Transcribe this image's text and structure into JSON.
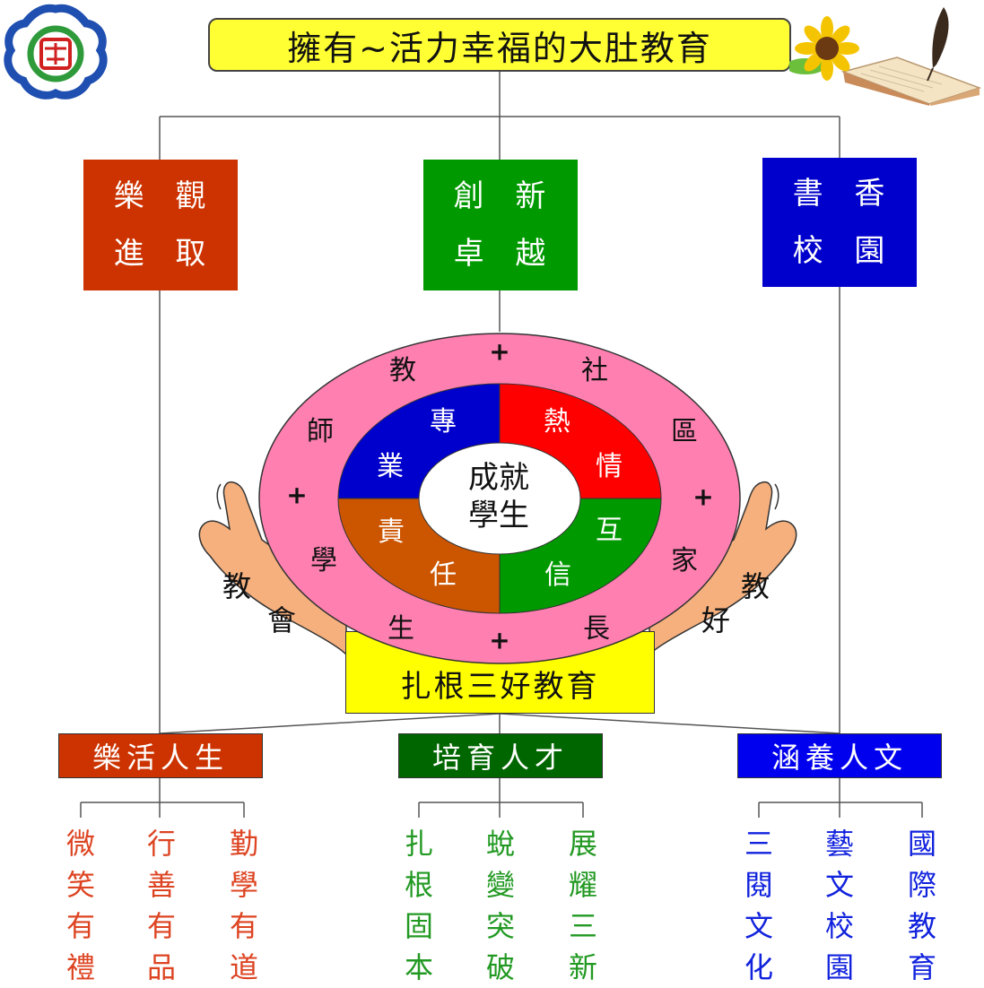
{
  "title": "擁有~活力幸福的大肚教育",
  "logo": {
    "icon": "school-emblem-icon",
    "colors": [
      "#1f4fb0",
      "#2e9a3a",
      "#d02020"
    ]
  },
  "decoration": {
    "icon": "sunflower-book-quill-icon"
  },
  "goals": [
    {
      "line1": "樂 觀",
      "line2": "進 取",
      "color": "#cc3300"
    },
    {
      "line1": "創 新",
      "line2": "卓 越",
      "color": "#009900"
    },
    {
      "line1": "書 香",
      "line2": "校 園",
      "color": "#0000cc"
    }
  ],
  "circle": {
    "center": {
      "line1": "成就",
      "line2": "學生"
    },
    "quadrants": [
      {
        "chars": [
          "專",
          "業"
        ],
        "color": "#0000cc"
      },
      {
        "chars": [
          "熱",
          "情"
        ],
        "color": "#ff0000"
      },
      {
        "chars": [
          "責",
          "任"
        ],
        "color": "#cc5500"
      },
      {
        "chars": [
          "互",
          "信"
        ],
        "color": "#009900"
      }
    ],
    "ring_color": "#ff80b0",
    "ring_chars": [
      "教",
      "社",
      "師",
      "區",
      "學",
      "家",
      "生",
      "長"
    ],
    "plus": "+"
  },
  "hands": {
    "left": [
      "教",
      "會"
    ],
    "right": [
      "教",
      "好"
    ],
    "color": "#f5b07e"
  },
  "foundation": "扎根三好教育",
  "subgoals": [
    {
      "label": "樂活人生",
      "color": "#cc3300"
    },
    {
      "label": "培育人才",
      "color": "#006600"
    },
    {
      "label": "涵養人文",
      "color": "#0000ee"
    }
  ],
  "columns": [
    {
      "chars": [
        "微",
        "笑",
        "有",
        "禮"
      ],
      "color": "#dd4422"
    },
    {
      "chars": [
        "行",
        "善",
        "有",
        "品"
      ],
      "color": "#dd4422"
    },
    {
      "chars": [
        "勤",
        "學",
        "有",
        "道"
      ],
      "color": "#dd4422"
    },
    {
      "chars": [
        "扎",
        "根",
        "固",
        "本"
      ],
      "color": "#229922"
    },
    {
      "chars": [
        "蛻",
        "變",
        "突",
        "破"
      ],
      "color": "#229922"
    },
    {
      "chars": [
        "展",
        "耀",
        "三",
        "新"
      ],
      "color": "#229922"
    },
    {
      "chars": [
        "三",
        "閱",
        "文",
        "化"
      ],
      "color": "#1122dd"
    },
    {
      "chars": [
        "藝",
        "文",
        "校",
        "園"
      ],
      "color": "#1122dd"
    },
    {
      "chars": [
        "國",
        "際",
        "教",
        "育"
      ],
      "color": "#1122dd"
    }
  ]
}
